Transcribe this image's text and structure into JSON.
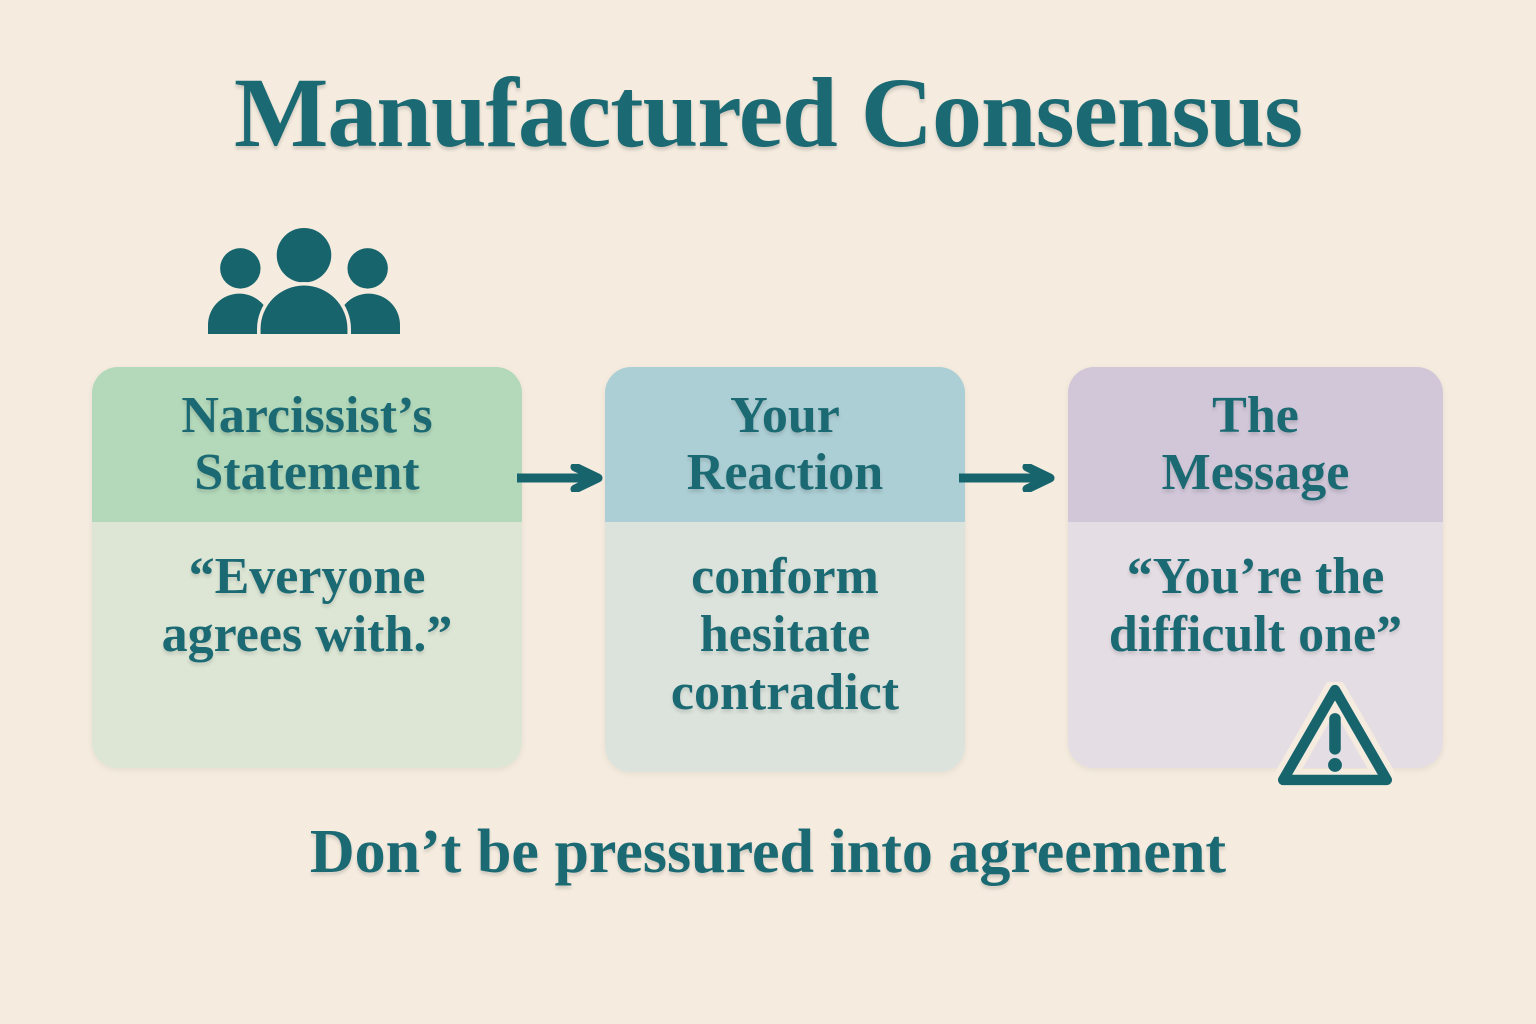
{
  "title": "Manufactured Consensus",
  "tagline": "Don’t be pressured into agreement",
  "colors": {
    "background": "#f5ecdf",
    "text_teal": "#1b6a73",
    "icon_teal": "#17646d",
    "box1_header_bg": "#b3d9ba",
    "box1_body_bg": "#dde6d5",
    "box2_header_bg": "#accfd5",
    "box2_body_bg": "#dce3dc",
    "box3_header_bg": "#d1c7d9",
    "box3_body_bg": "#e4dde4"
  },
  "icons": {
    "people_group": "people-group-icon",
    "flow_arrow": "arrow-right-icon",
    "warning": "warning-triangle-icon"
  },
  "boxes": [
    {
      "id": "narcissists-statement",
      "header_lines": [
        "Narcissist’s",
        "Statement"
      ],
      "body_lines": [
        "“Everyone",
        "agrees with.”"
      ]
    },
    {
      "id": "your-reaction",
      "header_lines": [
        "Your",
        "Reaction"
      ],
      "body_lines": [
        "conform",
        "hesitate",
        "contradict"
      ]
    },
    {
      "id": "the-message",
      "header_lines": [
        "The",
        "Message"
      ],
      "body_lines": [
        "“You’re the",
        "difficult one”"
      ]
    }
  ]
}
